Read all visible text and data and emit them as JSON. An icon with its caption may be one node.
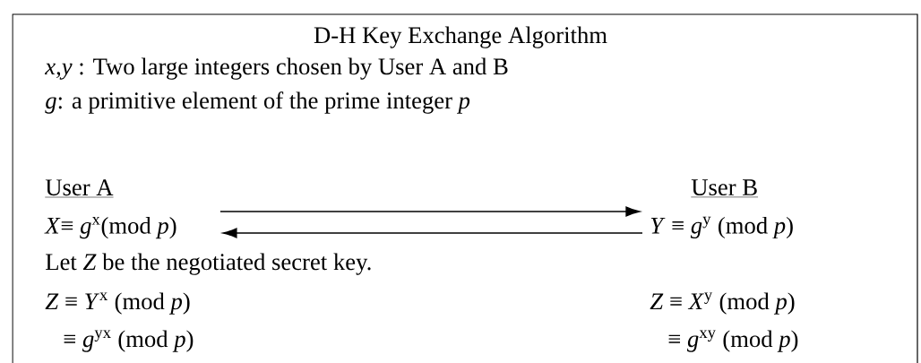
{
  "diagram": {
    "title": "D-H Key Exchange Algorithm",
    "nodes": [
      {
        "text": [
          "User A",
          "*X*≡ *g*$^{x}$(mod *p*)"
        ]
      },
      {
        "text": [
          "User B",
          "*Y* ≡ *g*$^{y}$ (mod *p*)"
        ]
      }
    ],
    "edges": [
      {
        "from": 0,
        "to": 1,
        "arrow": "to"
      },
      {
        "from": 1,
        "to": 0,
        "arrow": "to"
      }
    ],
    "labels": [
      "*x*,*y* : Two large integers chosen by User A and B",
      "*g*: a primitive element of the prime integer *p*",
      "Let *Z* be the negotiated secret key.",
      "*Z* ≡ *Y*$^{x}$ (mod *p*)",
      "*Z* ≡ *X*$^{y}$ (mod *p*)",
      "≡ *g*$^{yx}$ (mod *p*)",
      "≡ *g*$^{xy}$ (mod *p*)"
    ]
  }
}
